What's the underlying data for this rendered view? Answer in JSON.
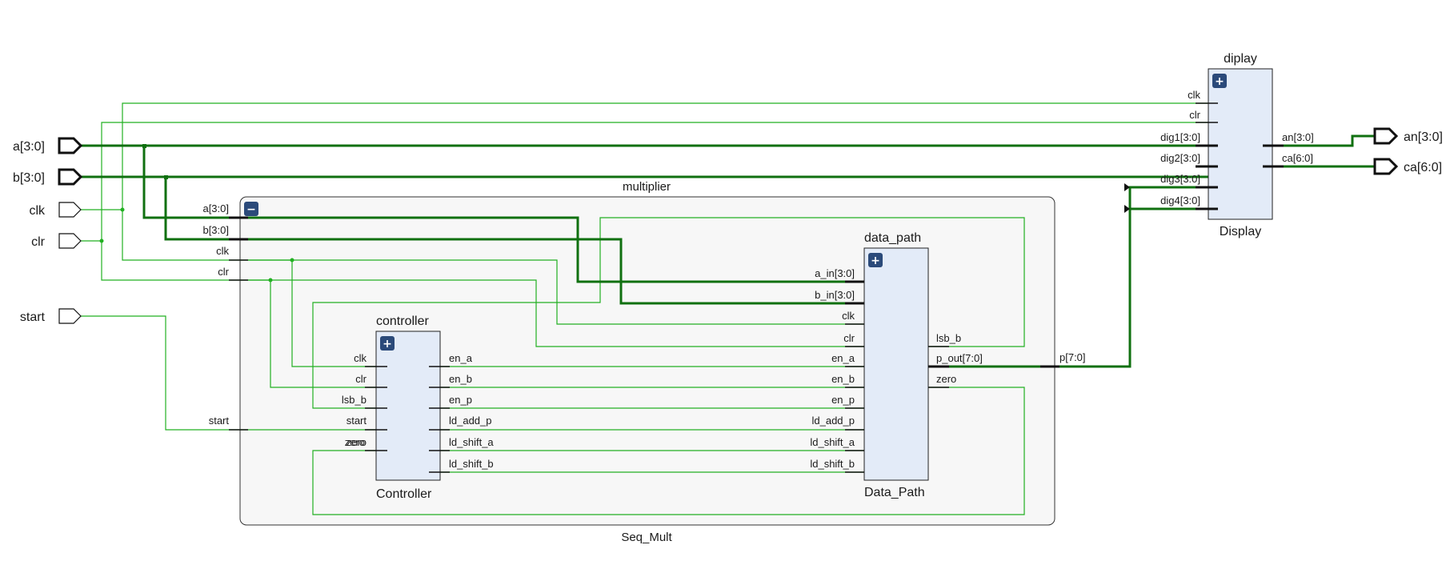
{
  "top_ports": {
    "a": "a[3:0]",
    "b": "b[3:0]",
    "clk": "clk",
    "clr": "clr",
    "start": "start",
    "an": "an[3:0]",
    "ca": "ca[6:0]"
  },
  "top_module": "Seq_Mult",
  "multiplier": {
    "instance": "multiplier",
    "pins": [
      "a[3:0]",
      "b[3:0]",
      "clk",
      "clr",
      "start",
      "zero"
    ],
    "out_net": "p[7:0]"
  },
  "controller": {
    "instance": "controller",
    "module": "Controller",
    "inputs": [
      "clk",
      "clr",
      "lsb_b",
      "start",
      "zero"
    ],
    "outputs": [
      "en_a",
      "en_b",
      "en_p",
      "ld_add_p",
      "ld_shift_a",
      "ld_shift_b"
    ]
  },
  "data_path": {
    "instance": "data_path",
    "module": "Data_Path",
    "inputs": [
      "a_in[3:0]",
      "b_in[3:0]",
      "clk",
      "clr",
      "en_a",
      "en_b",
      "en_p",
      "ld_add_p",
      "ld_shift_a",
      "ld_shift_b"
    ],
    "outputs": [
      "lsb_b",
      "p_out[7:0]",
      "zero"
    ]
  },
  "display": {
    "instance": "diplay",
    "module": "Display",
    "inputs": [
      "clk",
      "clr",
      "dig1[3:0]",
      "dig2[3:0]",
      "dig3[3:0]",
      "dig4[3:0]"
    ],
    "outputs": [
      "an[3:0]",
      "ca[6:0]"
    ]
  },
  "icons": {
    "expand": "+",
    "collapse": "−"
  }
}
